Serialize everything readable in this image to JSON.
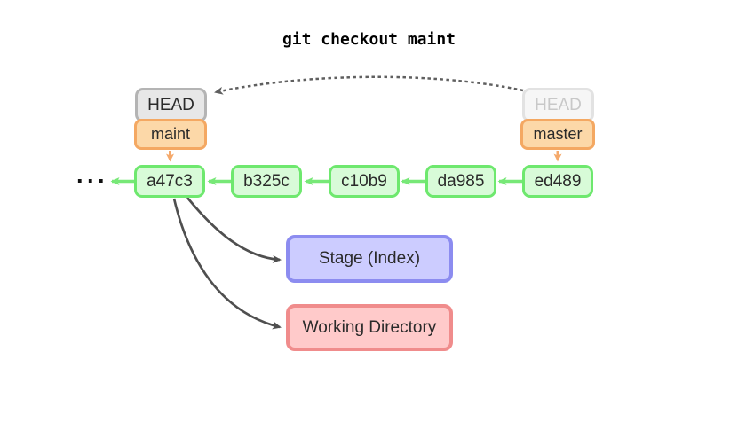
{
  "title": "git checkout maint",
  "ellipsis": "···",
  "pointers": {
    "left_head": "HEAD",
    "left_branch": "maint",
    "right_head": "HEAD",
    "right_branch": "master"
  },
  "commits": [
    "a47c3",
    "b325c",
    "c10b9",
    "da985",
    "ed489"
  ],
  "areas": {
    "stage": "Stage (Index)",
    "working": "Working Directory"
  },
  "colors": {
    "commit_fill": "#d8fbd8",
    "commit_border": "#6ee86e",
    "arrow_green": "#77e877",
    "branch_fill": "#fcd8a8",
    "branch_border": "#f4a862",
    "arrow_orange": "#f5a96b",
    "head_fill": "#e7e7e7",
    "head_border": "#b4b4b4",
    "ghost_fill": "#f6f6f6",
    "ghost_border": "#e2e2e2",
    "ghost_text": "#c8c8c8",
    "stage_fill": "#ccccff",
    "stage_border": "#8c8cf0",
    "working_fill": "#ffcaca",
    "working_border": "#f08c8c",
    "arrow_dark": "#4f4f4f",
    "arrow_dotted": "#5f5f5f",
    "text": "#2a2a2a"
  }
}
